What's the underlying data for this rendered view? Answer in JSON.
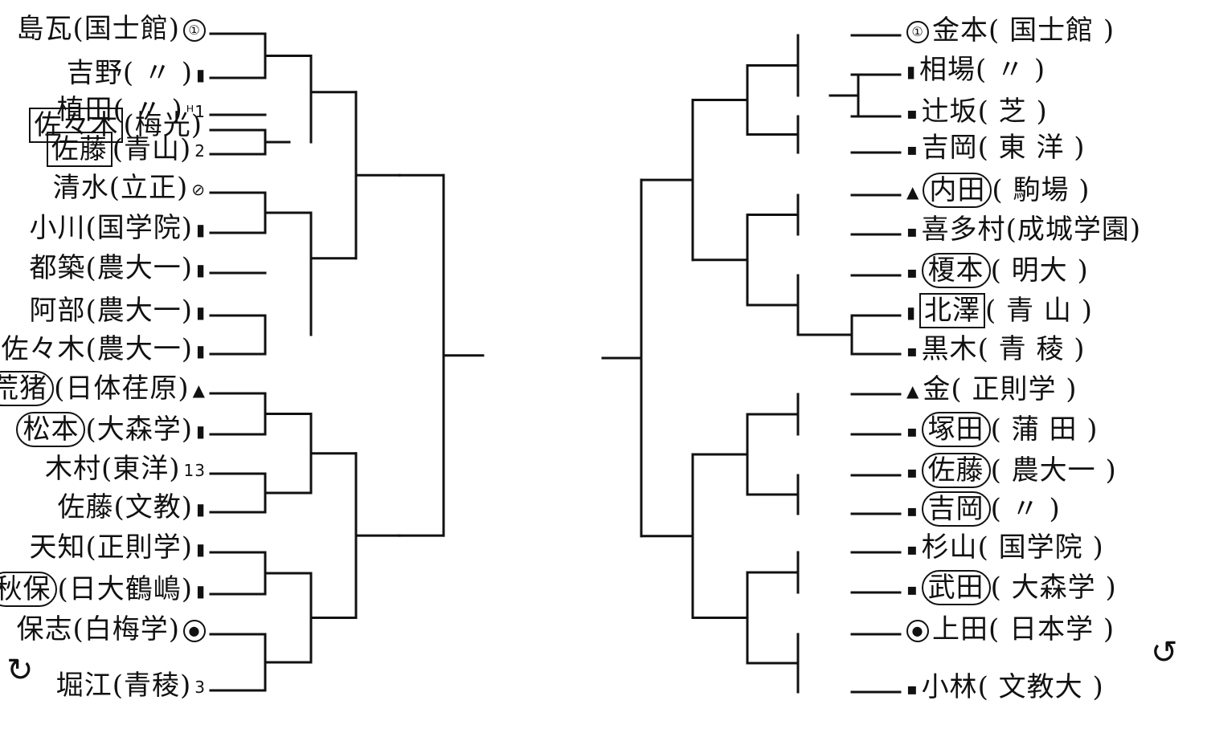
{
  "left_bracket": {
    "entries": [
      {
        "name": "島瓦",
        "school": "(国士館)",
        "mark": "①",
        "circled_mark": true
      },
      {
        "name": "吉野",
        "school": "( 〃 )",
        "mark": "▮"
      },
      {
        "name": "植田",
        "school": "( 〃 )",
        "mark": "ᴴ1"
      },
      {
        "name": "佐々木",
        "school": "(梅光)",
        "mark": "",
        "boxed": true
      },
      {
        "name": "佐藤",
        "school": "(青山)",
        "mark": "2",
        "boxed": true
      },
      {
        "name": "清水",
        "school": "(立正)",
        "mark": "⊘"
      },
      {
        "name": "小川",
        "school": "(国学院)",
        "mark": "▮"
      },
      {
        "name": "都築",
        "school": "(農大一)",
        "mark": "▮"
      },
      {
        "name": "阿部",
        "school": "(農大一)",
        "mark": "▮"
      },
      {
        "name": "佐々木",
        "school": "(農大一)",
        "mark": "▮"
      },
      {
        "name": "荒猪",
        "school": "(日体荏原)",
        "mark": "▲",
        "circled_name": true
      },
      {
        "name": "松本",
        "school": "(大森学)",
        "mark": "▮",
        "circled_name": true
      },
      {
        "name": "木村",
        "school": "(東洋)",
        "mark": "13"
      },
      {
        "name": "佐藤",
        "school": "(文教)",
        "mark": "▮"
      },
      {
        "name": "天知",
        "school": "(正則学)",
        "mark": "▮"
      },
      {
        "name": "秋保",
        "school": "(日大鶴嶋)",
        "mark": "▮",
        "circled_name": true
      },
      {
        "name": "保志",
        "school": "(白梅学)",
        "mark": "●",
        "circled_mark": true
      },
      {
        "name": "堀江",
        "school": "(青稜)",
        "mark": "3"
      }
    ]
  },
  "right_bracket": {
    "entries": [
      {
        "name": "金本",
        "school": "( 国士館 )",
        "mark": "①",
        "circled_mark": true
      },
      {
        "name": "相場",
        "school": "( 〃 )",
        "mark": "▮"
      },
      {
        "name": "辻坂",
        "school": "( 芝 )",
        "mark": "▪"
      },
      {
        "name": "吉岡",
        "school": "( 東 洋 )",
        "mark": "▪"
      },
      {
        "name": "内田",
        "school": "( 駒場 )",
        "mark": "▲",
        "circled_name": true
      },
      {
        "name": "喜多村",
        "school": "(成城学園)",
        "mark": "▪"
      },
      {
        "name": "榎本",
        "school": "( 明大 )",
        "mark": "▪",
        "circled_name": true
      },
      {
        "name": "北澤",
        "school": "( 青 山 )",
        "mark": "▮",
        "boxed": true
      },
      {
        "name": "黒木",
        "school": "( 青 稜 )",
        "mark": "▪"
      },
      {
        "name": "金",
        "school": "( 正則学 )",
        "mark": "▲"
      },
      {
        "name": "塚田",
        "school": "( 蒲 田 )",
        "mark": "▪",
        "circled_name": true
      },
      {
        "name": "佐藤",
        "school": "( 農大一 )",
        "mark": "▪",
        "circled_name": true
      },
      {
        "name": "吉岡",
        "school": "( 〃 )",
        "mark": "▪",
        "circled_name": true
      },
      {
        "name": "杉山",
        "school": "( 国学院 )",
        "mark": "▪"
      },
      {
        "name": "武田",
        "school": "( 大森学 )",
        "mark": "▪",
        "circled_name": true
      },
      {
        "name": "上田",
        "school": "( 日本学 )",
        "mark": "●",
        "circled_mark": true
      },
      {
        "name": "小林",
        "school": "( 文教大 )",
        "mark": "▪"
      }
    ]
  },
  "notes": {
    "left_bottom_arrow": "↻",
    "right_bottom_arrow": "↺"
  },
  "colors": {
    "ink": "#111111",
    "paper": "#ffffff"
  }
}
